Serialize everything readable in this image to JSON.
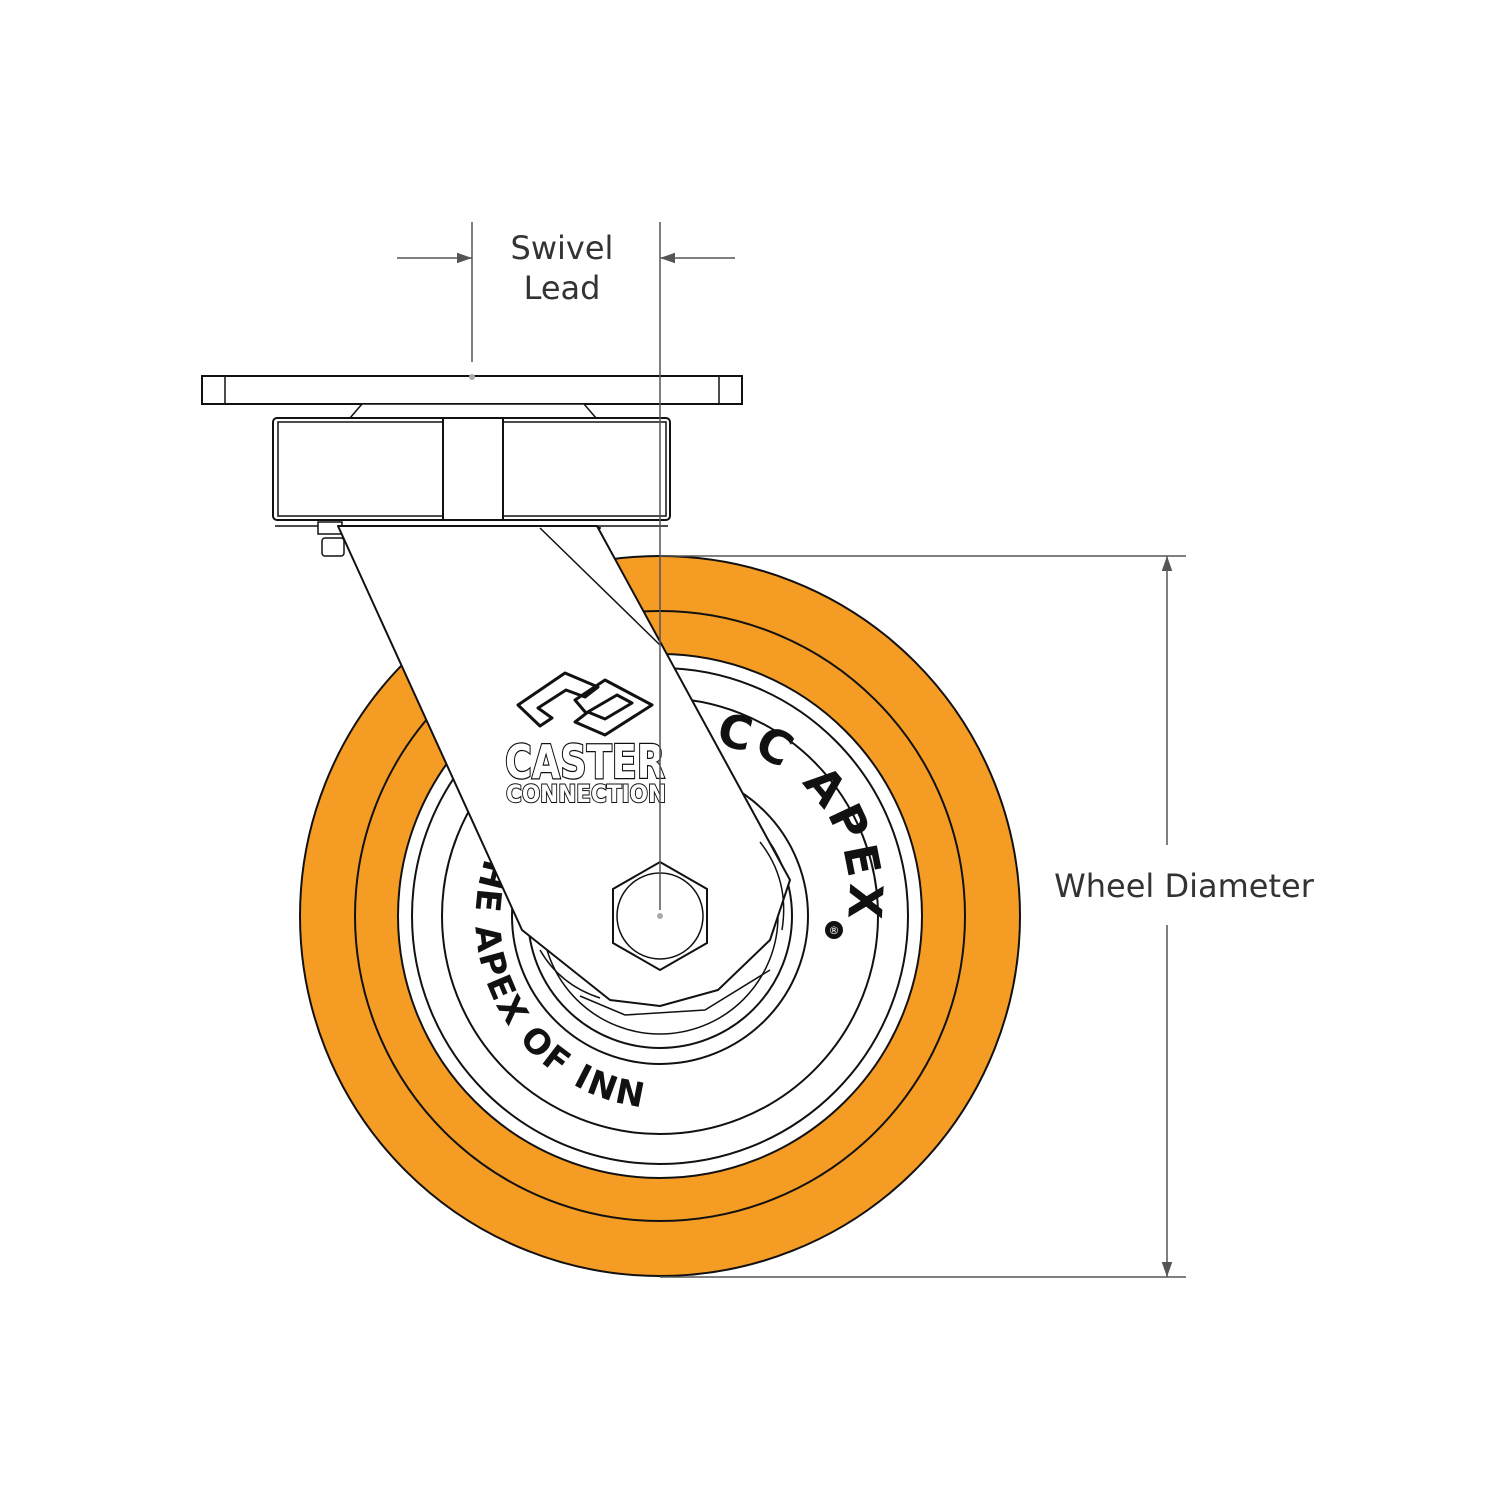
{
  "labels": {
    "swivel_lead_line1": "Swivel",
    "swivel_lead_line2": "Lead",
    "wheel_diameter": "Wheel Diameter"
  },
  "branding": {
    "logo_line1": "CASTER",
    "logo_line2": "CONNECTION",
    "hub_brand": "CC APEX",
    "registered_mark": "®",
    "tagline": "THE APEX OF INNOVATION"
  },
  "colors": {
    "tread": "#F59C24",
    "outline": "#111111",
    "dimension": "#555555",
    "background": "#FFFFFF"
  }
}
